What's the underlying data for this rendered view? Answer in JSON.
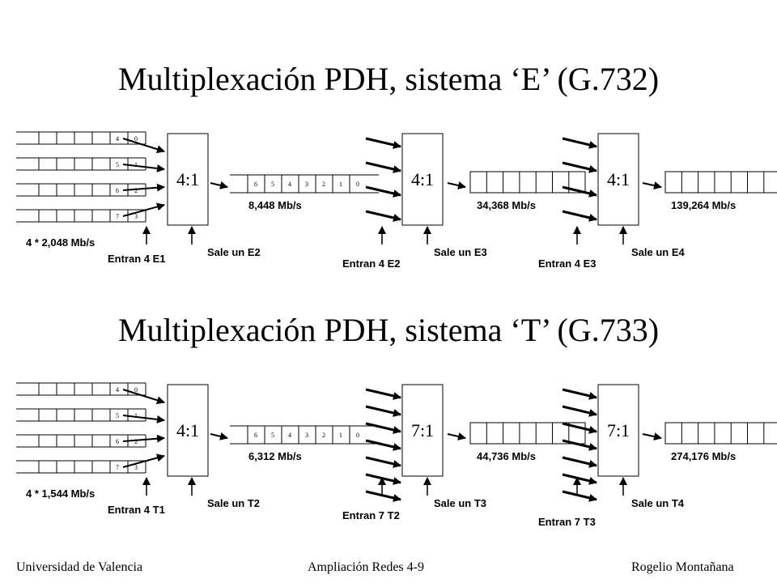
{
  "title_e": "Multiplexación PDH, sistema ‘E’ (G.732)",
  "title_t": "Multiplexación PDH, sistema ‘T’ (G.733)",
  "e": {
    "inputs_rate": "4 * 2,048 Mb/s",
    "mux": [
      "4:1",
      "4:1",
      "4:1"
    ],
    "rates": [
      "8,448 Mb/s",
      "34,368 Mb/s",
      "139,264 Mb/s"
    ],
    "enter": [
      "Entran 4 E1",
      "Entran 4 E2",
      "Entran 4 E3"
    ],
    "exit": [
      "Sale un E2",
      "Sale un E3",
      "Sale un E4"
    ],
    "input_cells": [
      [
        "4",
        "0"
      ],
      [
        "5",
        "1"
      ],
      [
        "6",
        "2"
      ],
      [
        "7",
        "3"
      ]
    ],
    "frame_cells": [
      "6",
      "5",
      "4",
      "3",
      "2",
      "1",
      "0"
    ]
  },
  "t": {
    "inputs_rate": "4 * 1,544 Mb/s",
    "mux": [
      "4:1",
      "7:1",
      "7:1"
    ],
    "rates": [
      "6,312 Mb/s",
      "44,736 Mb/s",
      "274,176 Mb/s"
    ],
    "enter": [
      "Entran 4 T1",
      "Entran 7 T2",
      "Entran 7 T3"
    ],
    "exit": [
      "Sale un T2",
      "Sale un T3",
      "Sale un T4"
    ],
    "input_cells": [
      [
        "4",
        "0"
      ],
      [
        "5",
        "1"
      ],
      [
        "6",
        "2"
      ],
      [
        "7",
        "3"
      ]
    ],
    "frame_cells": [
      "6",
      "5",
      "4",
      "3",
      "2",
      "1",
      "0"
    ]
  },
  "footer": {
    "left": "Universidad de Valencia",
    "center": "Ampliación Redes 4-9",
    "right": "Rogelio Montañana"
  }
}
